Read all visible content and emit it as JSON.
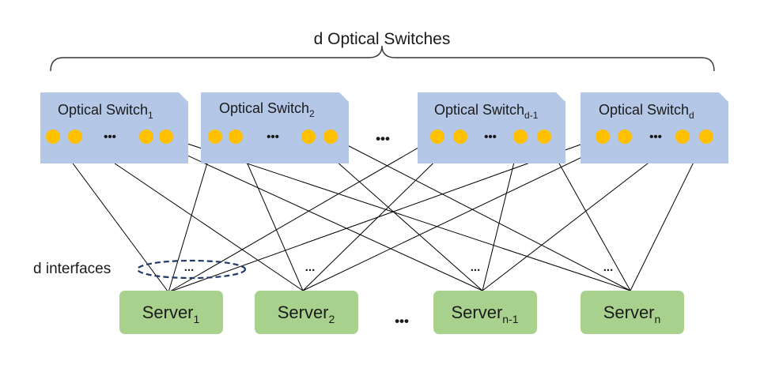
{
  "title": "d Optical Switches",
  "switches": [
    {
      "label": "Optical Switch",
      "sub": "1"
    },
    {
      "label": "Optical Switch",
      "sub": "2"
    },
    {
      "label": "Optical Switch",
      "sub": "d-1"
    },
    {
      "label": "Optical Switch",
      "sub": "d"
    }
  ],
  "servers": [
    {
      "label": "Server",
      "sub": "1"
    },
    {
      "label": "Server",
      "sub": "2"
    },
    {
      "label": "Server",
      "sub": "n-1"
    },
    {
      "label": "Server",
      "sub": "n"
    }
  ],
  "interfaces_label": "d interfaces",
  "ellipsis": "•••",
  "small_ellipsis": "...",
  "colors": {
    "switch_fill": "#b4c7e7",
    "port_fill": "#ffc000",
    "server_fill": "#a9d18e",
    "line": "#000000",
    "dashed_ellipse": "#1f3864"
  }
}
